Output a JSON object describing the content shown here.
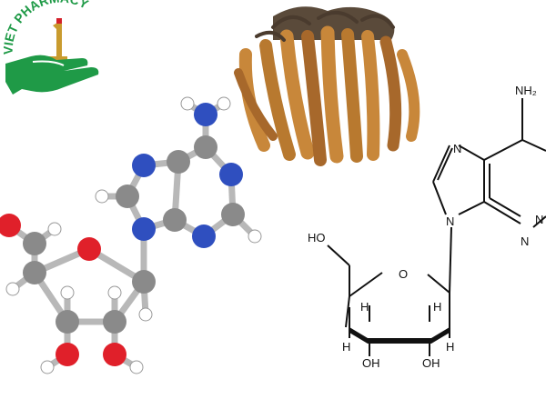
{
  "logo": {
    "brand_text": "VIET PHARMACY",
    "brand_color": "#1f9a47",
    "gold_color": "#c99b2e",
    "red_color": "#d4202a"
  },
  "photo": {
    "subject": "dried-cordyceps-cluster",
    "colors": [
      "#c8873a",
      "#a7682b",
      "#5a4a3a"
    ]
  },
  "ball_stick_model": {
    "atom_colors": {
      "carbon": "#8a8a8a",
      "nitrogen": "#2f4fbf",
      "oxygen": "#e0202a",
      "hydrogen": "#ffffff"
    }
  },
  "structural_formula": {
    "labels": {
      "nh2": "NH₂",
      "n_top": "N",
      "n_left": "N",
      "n_bottom_ring": "N",
      "n_right": "N",
      "ho": "HO",
      "ring_o": "O",
      "h1": "H",
      "h2": "H",
      "h3": "H",
      "h4": "H",
      "oh1": "OH",
      "oh2": "OH"
    }
  }
}
